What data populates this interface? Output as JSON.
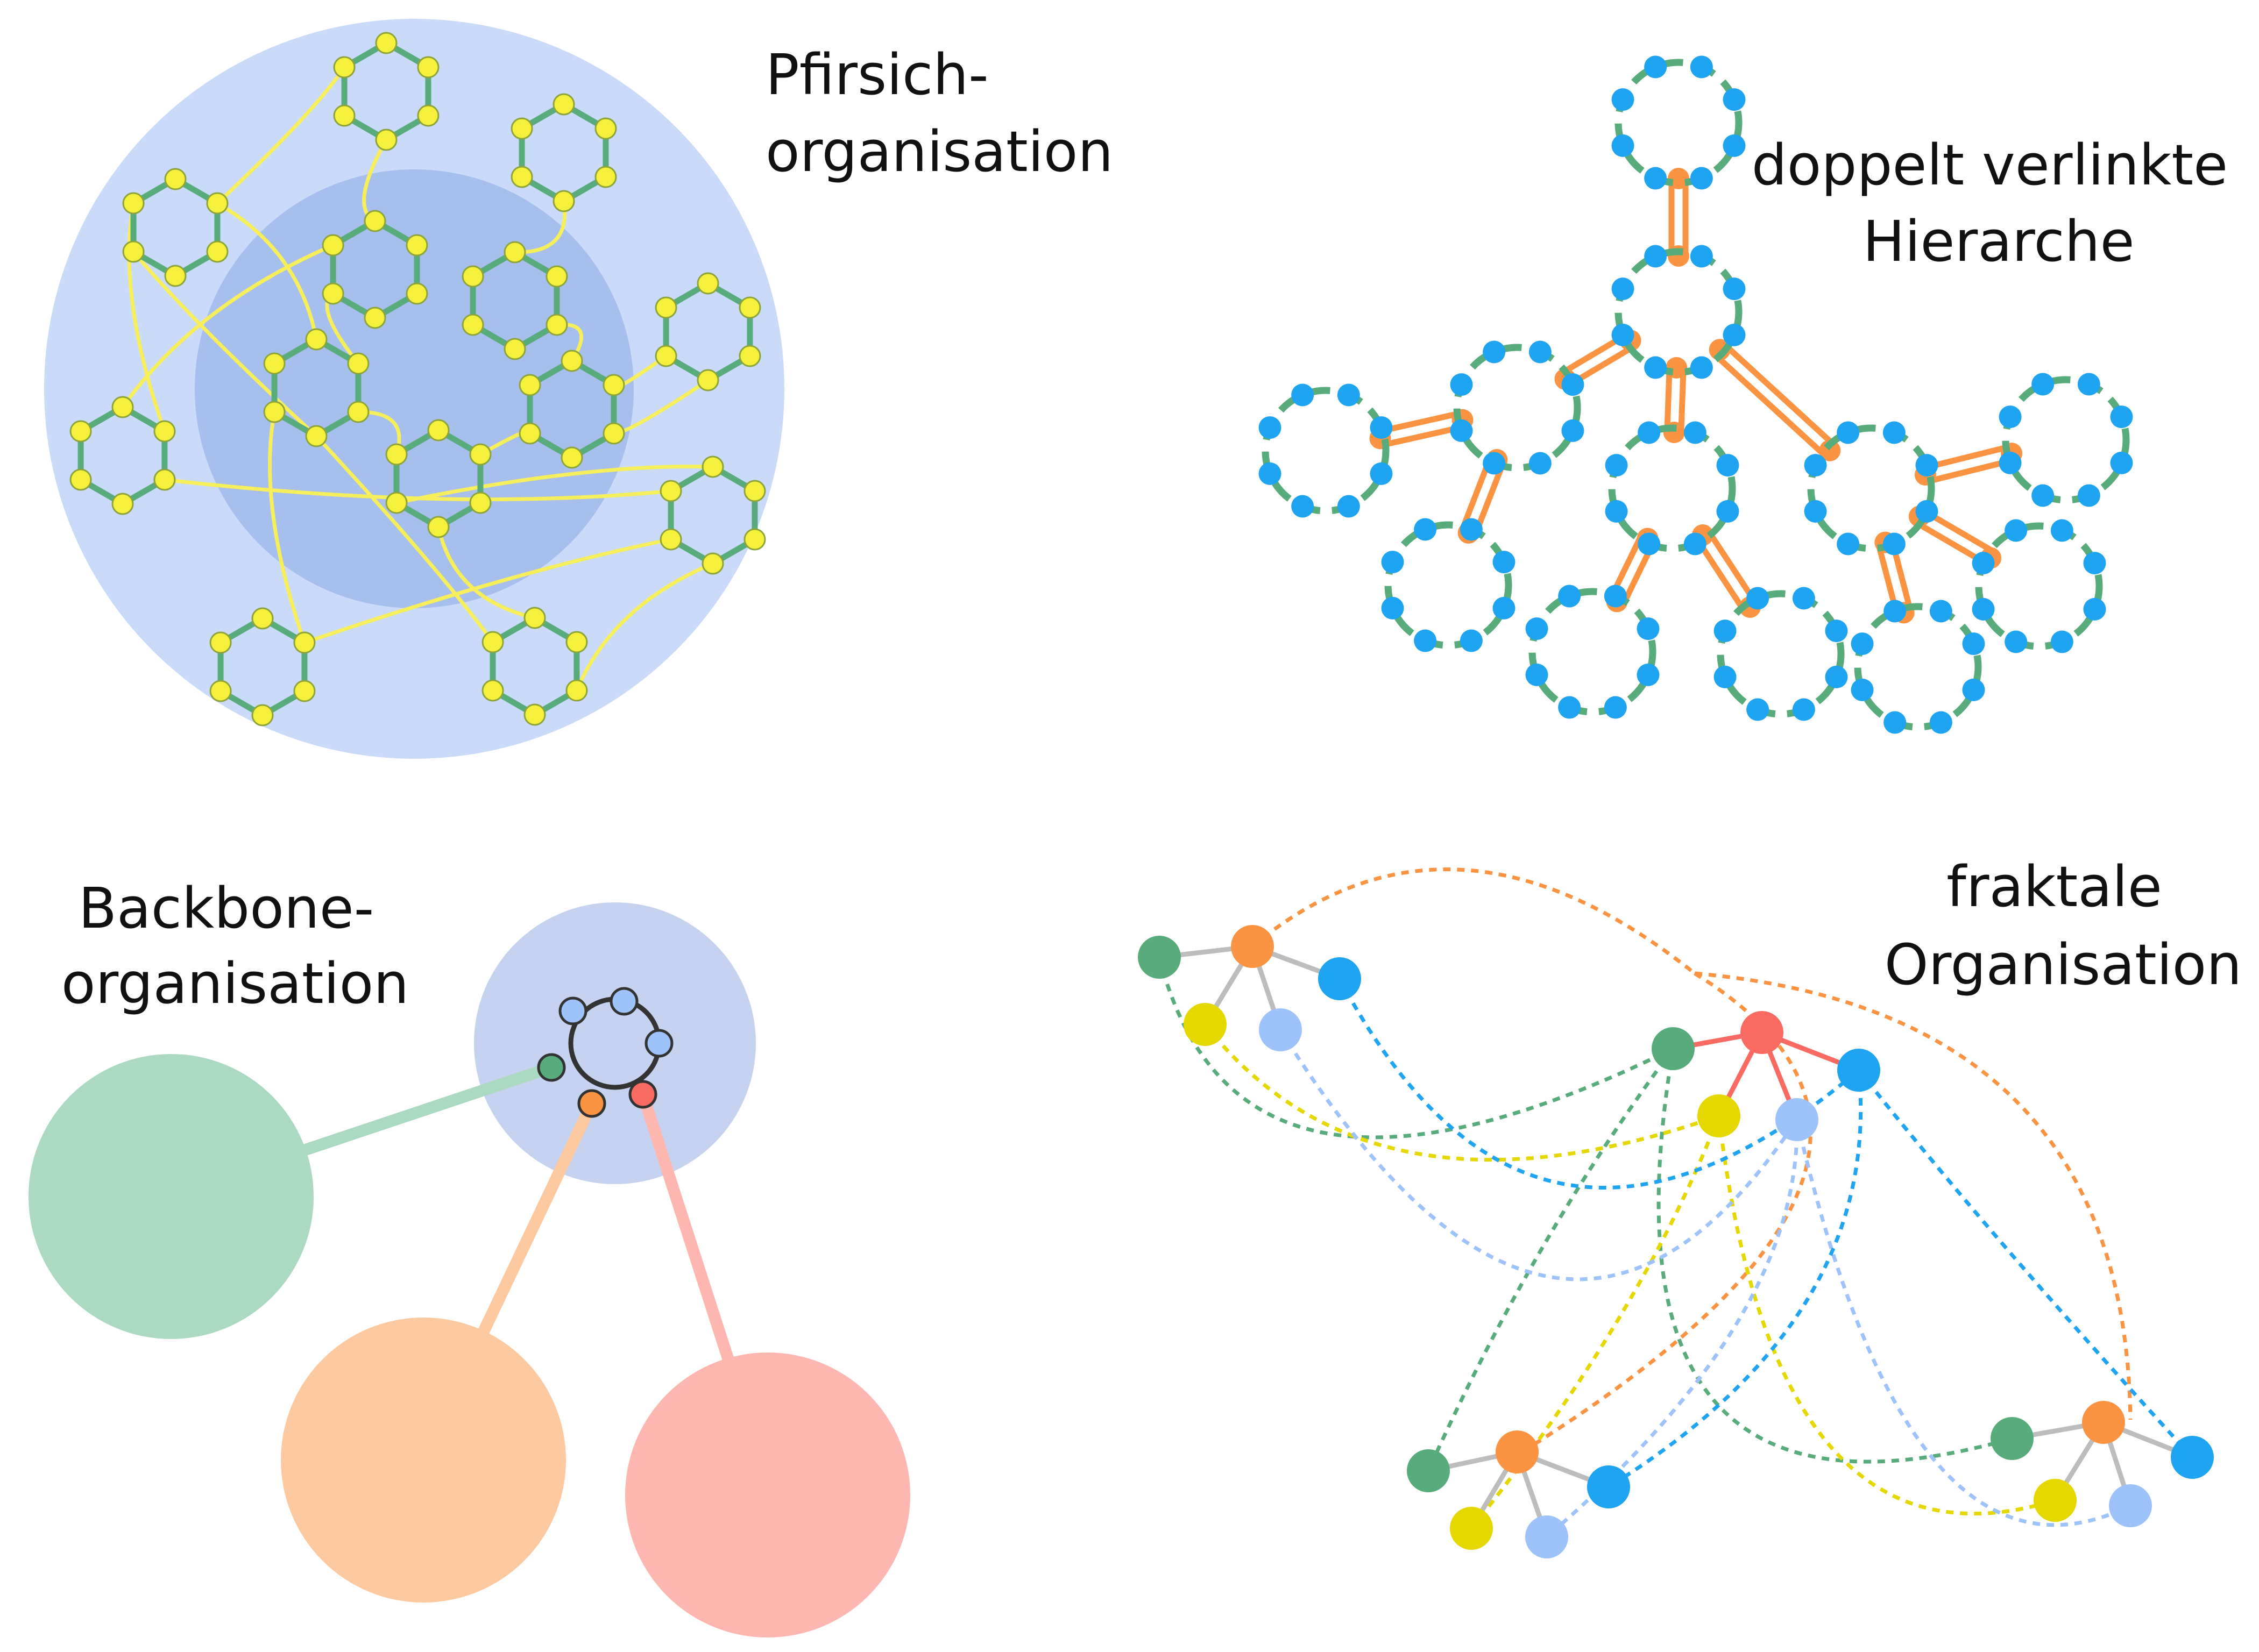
{
  "panels": {
    "peach": {
      "title_lines": [
        "Pfirsich-",
        "organisation"
      ]
    },
    "hierarchy": {
      "title_lines": [
        "doppelt verlinkte",
        "Hierarche"
      ]
    },
    "backbone": {
      "title_lines": [
        "Backbone-",
        "organisation"
      ]
    },
    "fractal": {
      "title_lines": [
        "fraktale",
        "Organisation"
      ]
    }
  },
  "colors": {
    "peach_outer": "#c9dbf8",
    "peach_inner": "#a7bfec",
    "ring_green": "#58ac7b",
    "node_yellow": "#f4f03c",
    "link_yellow": "#f6ee5a",
    "node_blue": "#1ea4f0",
    "link_orange": "#fb9442",
    "backbone_hub": "#c6d3f0",
    "backbone_green": "#acd9c2",
    "backbone_orange": "#fdc9a0",
    "backbone_red": "#fdb7b0",
    "light_blue": "#9ec3fb",
    "red": "#f86a62",
    "gray_edge": "#bdbdbd"
  }
}
